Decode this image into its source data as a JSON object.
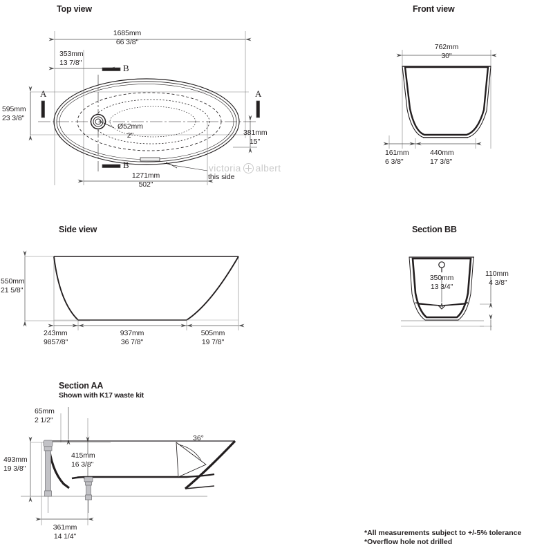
{
  "document": {
    "type": "technical-drawing",
    "brand_logo": {
      "word1": "victoria",
      "symbol": "plus-in-circle",
      "word2": "albert"
    },
    "this_side_label": "this side",
    "footnotes": [
      "*All measurements subject to +/-5% tolerance",
      "*Overflow hole not drilled"
    ]
  },
  "views": {
    "top": {
      "title": "Top view",
      "dims": {
        "overall_length": {
          "mm": "1685mm",
          "inch": "66 3/8\""
        },
        "drain_offset_x": {
          "mm": "353mm",
          "inch": "13 7/8\""
        },
        "overall_width": {
          "mm": "595mm",
          "inch": "23 3/8\""
        },
        "inner_width": {
          "mm": "381mm",
          "inch": "15\""
        },
        "inner_length": {
          "mm": "1271mm",
          "inch": "502\""
        },
        "waste_diameter": {
          "mm": "Ø52mm",
          "inch": "2\""
        }
      },
      "section_marks": {
        "a_left": "A",
        "a_right": "A",
        "b_top": "B",
        "b_bottom": "B"
      }
    },
    "front": {
      "title": "Front view",
      "dims": {
        "top_width": {
          "mm": "762mm",
          "inch": "30\""
        },
        "offset": {
          "mm": "161mm",
          "inch": "6 3/8\""
        },
        "base_width": {
          "mm": "440mm",
          "inch": "17 3/8\""
        }
      }
    },
    "side": {
      "title": "Side view",
      "dims": {
        "height": {
          "mm": "550mm",
          "inch": "21 5/8\""
        },
        "left_run": {
          "mm": "243mm",
          "inch": "9857/8\""
        },
        "base_run": {
          "mm": "937mm",
          "inch": "36 7/8\""
        },
        "right_run": {
          "mm": "505mm",
          "inch": "19 7/8\""
        }
      }
    },
    "section_bb": {
      "title": "Section BB",
      "dims": {
        "internal_width": {
          "mm": "350mm",
          "inch": "13 3/4\""
        },
        "base_height": {
          "mm": "110mm",
          "inch": "4 3/8\""
        }
      }
    },
    "section_aa": {
      "title": "Section AA",
      "subtitle": "Shown with K17 waste kit",
      "dims": {
        "rim_thickness": {
          "mm": "65mm",
          "inch": "2 1/2\""
        },
        "internal_depth": {
          "mm": "415mm",
          "inch": "16 3/8\""
        },
        "overall_depth": {
          "mm": "493mm",
          "inch": "19 3/8\""
        },
        "waste_spacing": {
          "mm": "361mm",
          "inch": "14 1/4\""
        },
        "back_angle": "36°"
      }
    }
  },
  "colors": {
    "line": "#231f20",
    "dimension": "#5a5a5a",
    "logo_gray": "#c9c9c9",
    "metal": "#b9b9bd"
  }
}
